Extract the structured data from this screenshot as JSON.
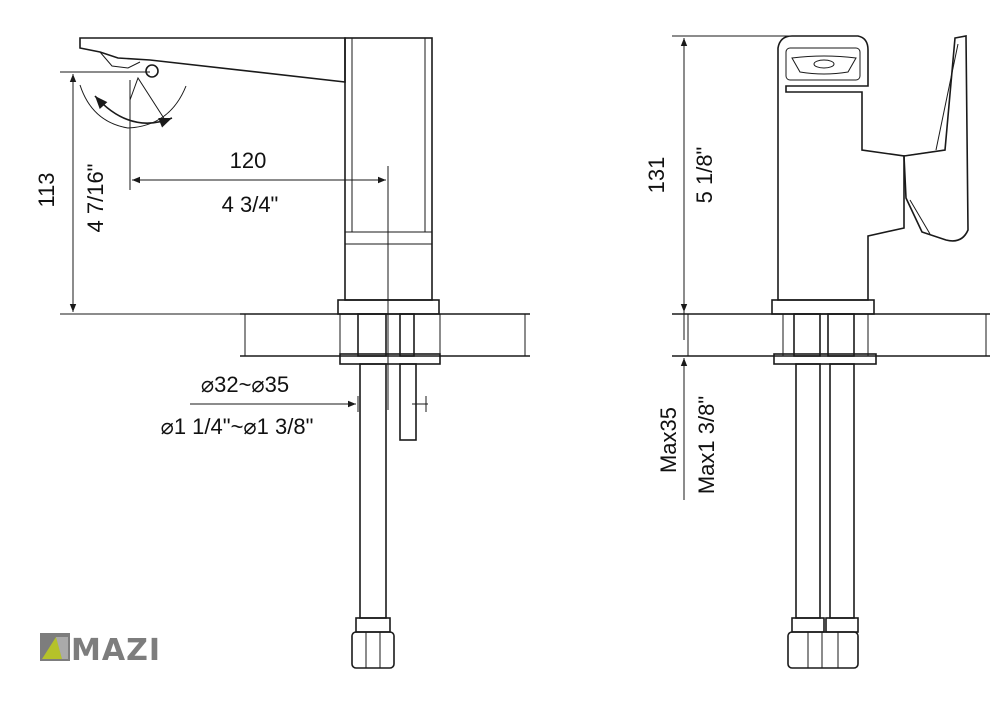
{
  "front_view": {
    "spout_reach_mm": "120",
    "spout_reach_in": "4 3/4\"",
    "spout_height_mm": "113",
    "spout_height_in": "4 7/16\"",
    "hole_diameter_mm": "⌀32~⌀35",
    "hole_diameter_in": "⌀1 1/4\"~⌀1 3/8\""
  },
  "side_view": {
    "total_height_mm": "131",
    "total_height_in": "5 1/8\"",
    "max_deck_mm": "Max35",
    "max_deck_in": "Max1 3/8\""
  },
  "logo": {
    "text": "MAZI"
  },
  "colors": {
    "line": "#1a1a1a",
    "logo_grey": "#7d7d7d",
    "logo_accent": "#b5c22a"
  }
}
